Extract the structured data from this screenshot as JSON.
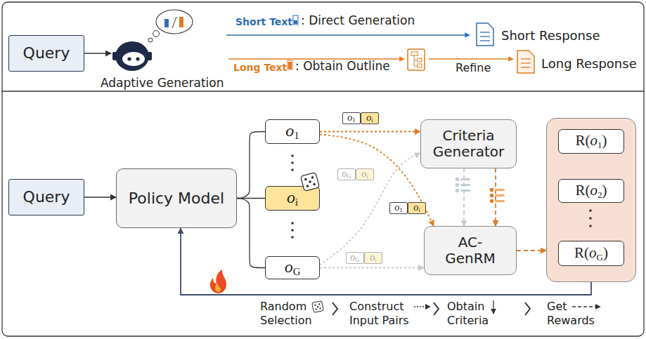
{
  "diagram": {
    "nodes": [
      {
        "text": [
          "Query"
        ]
      },
      {
        "text": [
          "Query"
        ]
      },
      {
        "text": [
          "Policy Model"
        ]
      },
      {
        "text": [
          "o1"
        ]
      },
      {
        "text": [
          "oi"
        ]
      },
      {
        "text": [
          "oG"
        ]
      },
      {
        "text": [
          "o1"
        ]
      },
      {
        "text": [
          "oi"
        ]
      },
      {
        "text": [
          "Criteria Generator"
        ]
      },
      {
        "text": [
          "oG"
        ]
      },
      {
        "text": [
          "oi"
        ]
      },
      {
        "text": [
          "o1"
        ]
      },
      {
        "text": [
          "oi"
        ]
      },
      {
        "text": [
          "oG"
        ]
      },
      {
        "text": [
          "oi"
        ]
      },
      {
        "text": [
          "AC- GenRM"
        ]
      },
      {
        "text": []
      },
      {
        "text": [
          "R(o1)"
        ],
        "in": 16
      },
      {
        "text": [
          "R(o2)"
        ],
        "in": 16
      },
      {
        "text": [
          "R(oG)"
        ],
        "in": 16
      }
    ],
    "edges": [
      {
        "from": 1,
        "to": 2,
        "arrow": "to"
      },
      {
        "from": 2,
        "to": 3,
        "arrow": "none"
      },
      {
        "from": 2,
        "to": 4,
        "arrow": "none"
      },
      {
        "from": 2,
        "to": 5,
        "arrow": "none"
      },
      {
        "from": 3,
        "to": 8,
        "arrow": "to"
      },
      {
        "from": 3,
        "to": 15,
        "arrow": "to"
      },
      {
        "from": 5,
        "to": 8,
        "arrow": "to"
      },
      {
        "from": 5,
        "to": 15,
        "arrow": "to"
      },
      {
        "from": 8,
        "to": 15,
        "arrow": "to"
      },
      {
        "from": 8,
        "to": 15,
        "arrow": "to"
      },
      {
        "from": 15,
        "to": 16,
        "arrow": "to"
      },
      {
        "from": 16,
        "to": 2,
        "arrow": "to"
      }
    ],
    "labels": [
      "Adaptive Generation",
      "Short Text",
      ": Direct Generation",
      "Short Response",
      "Long Text",
      ": Obtain Outline",
      "Refine",
      "Long Response"
    ],
    "legend": [
      {
        "text": "Random Selection"
      },
      {
        "text": "Construct Input Pairs"
      },
      {
        "text": "Obtain Criteria"
      },
      {
        "text": "Get Rewards"
      }
    ]
  }
}
